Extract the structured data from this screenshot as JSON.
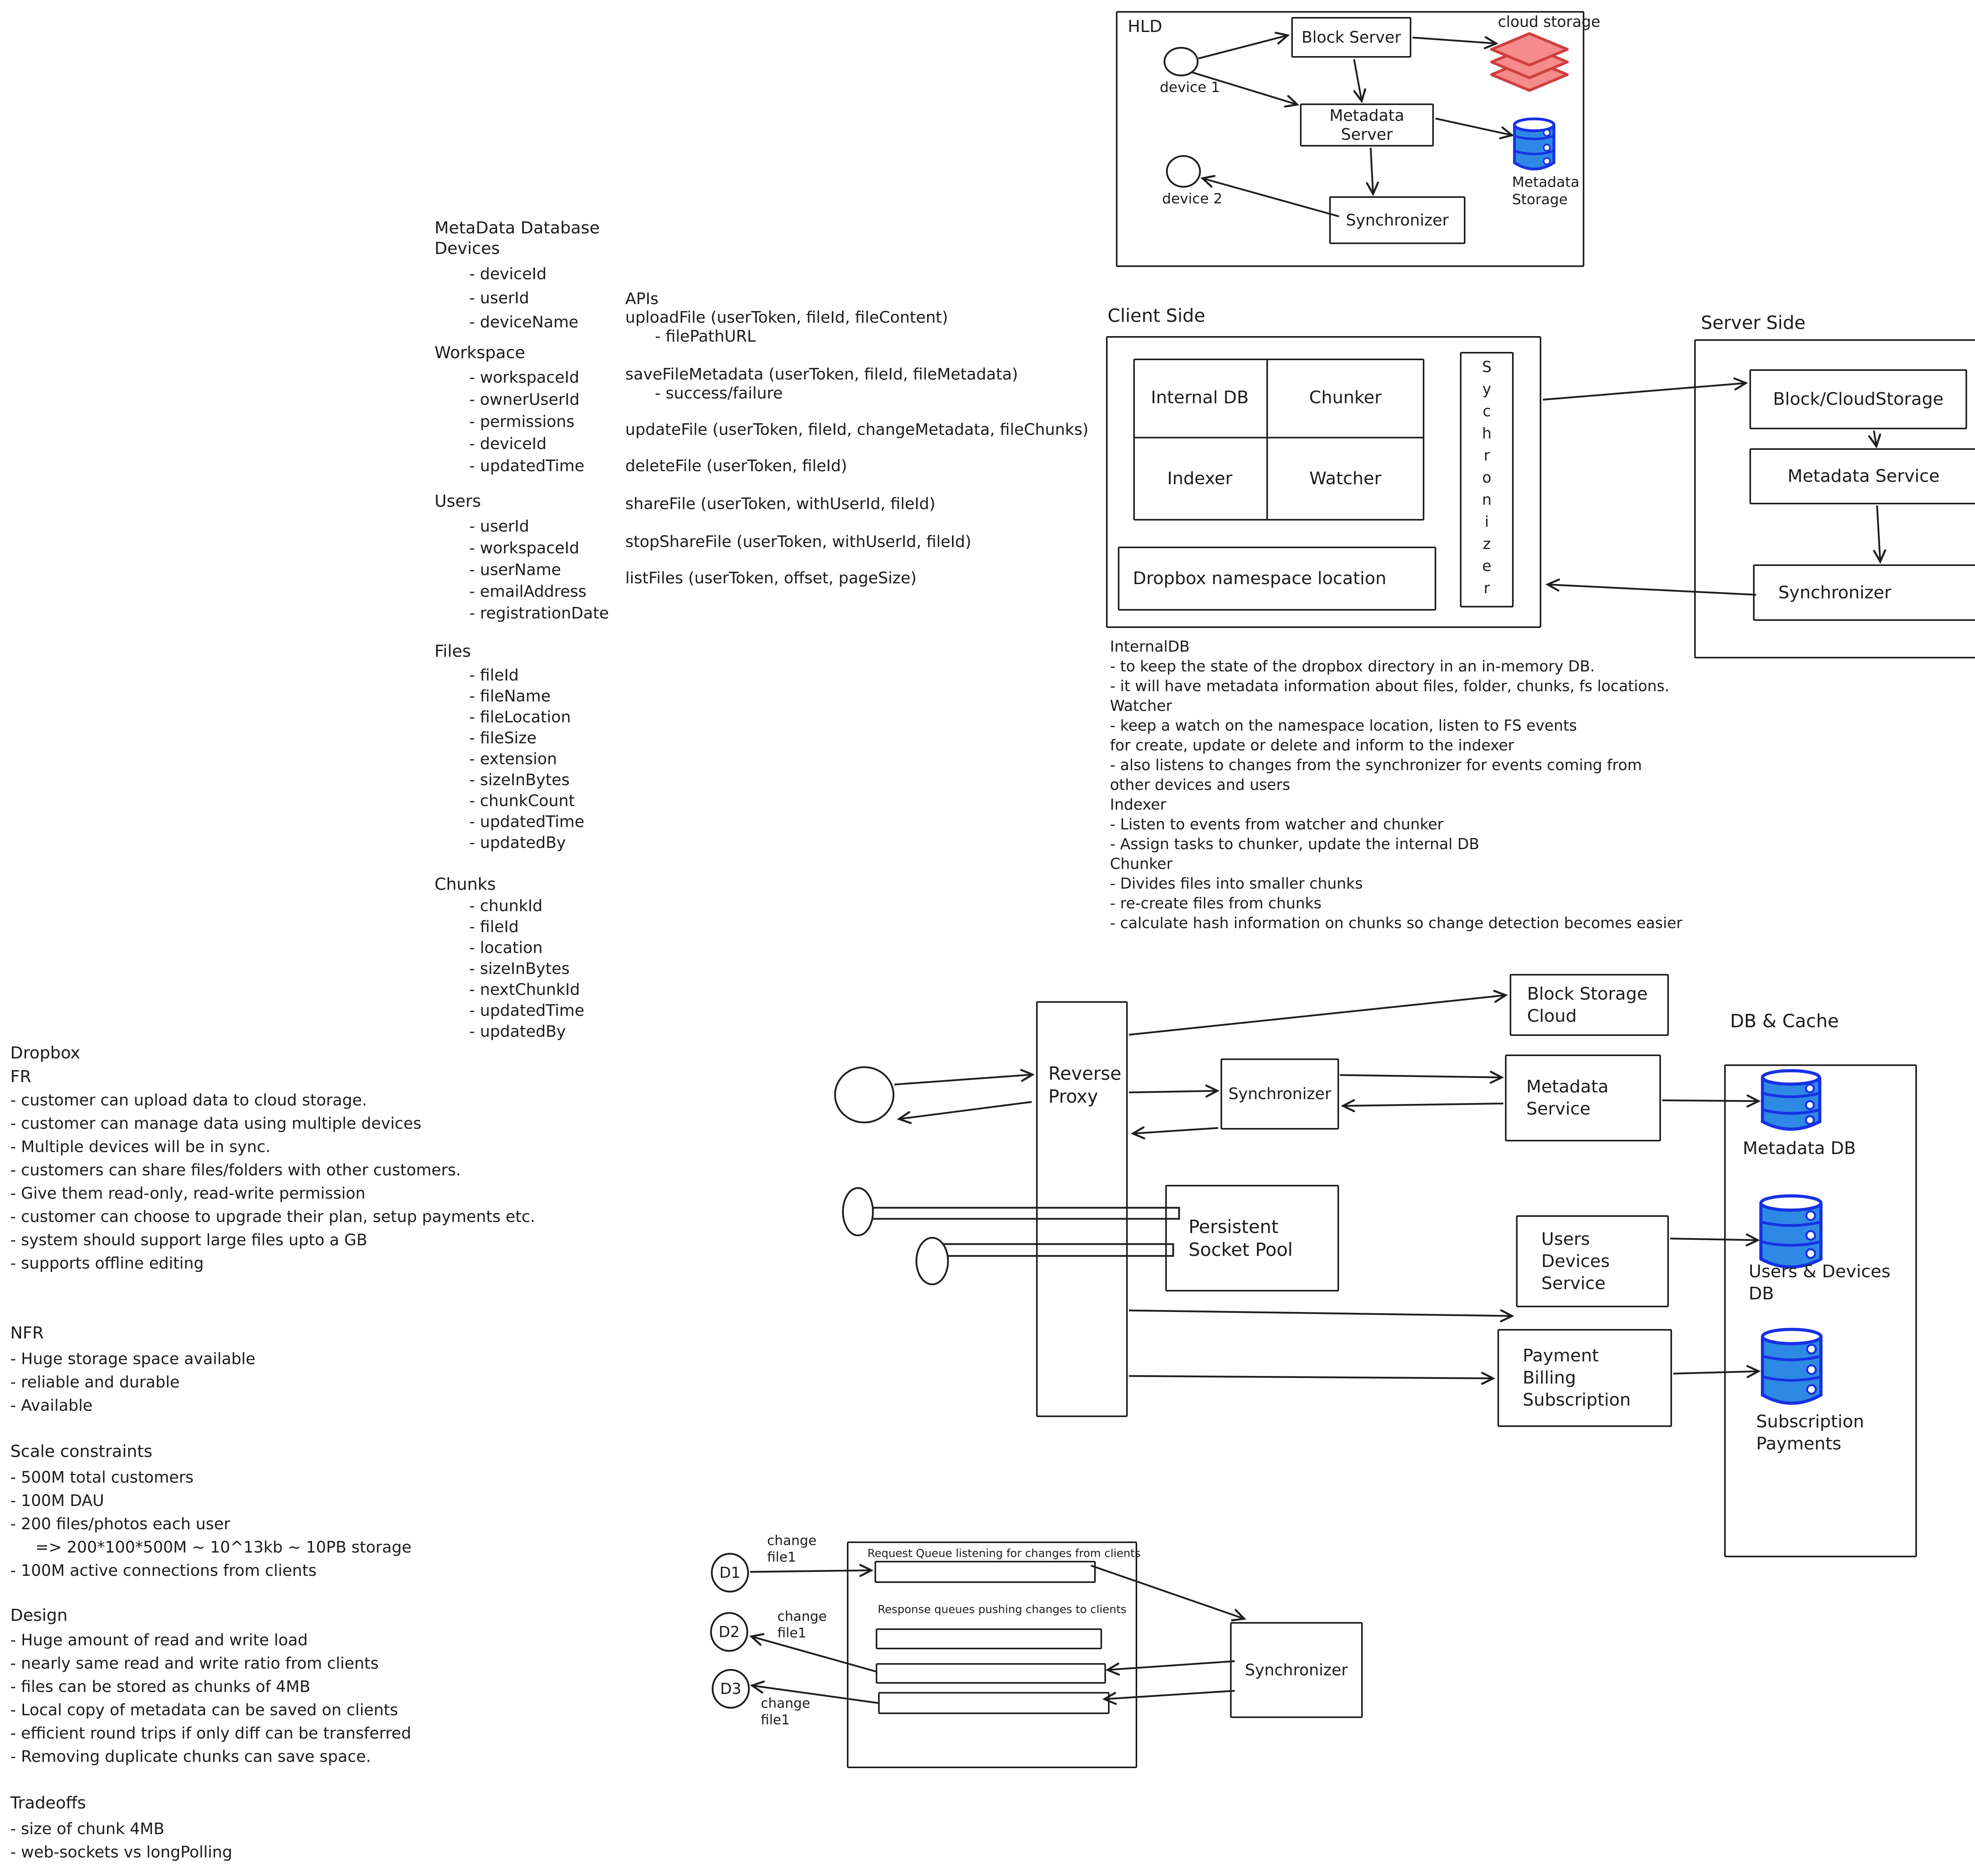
{
  "colors": {
    "ink": "#1e1e1e",
    "db_fill": "#2e89e5",
    "db_stroke": "#1731e3",
    "cloud_fill": "#f58b8b",
    "cloud_stroke": "#cf3f3f"
  },
  "schema": {
    "title": "MetaData Database",
    "devices_name": "Devices",
    "devices_fields": [
      "- deviceId",
      "- userId",
      "- deviceName"
    ],
    "workspace_name": "Workspace",
    "workspace_fields": [
      "- workspaceId",
      "- ownerUserId",
      "- permissions",
      "- deviceId",
      "- updatedTime"
    ],
    "users_name": "Users",
    "users_fields": [
      "- userId",
      "- workspaceId",
      "- userName",
      "- emailAddress",
      "- registrationDate"
    ],
    "files_name": "Files",
    "files_fields": [
      "- fileId",
      "- fileName",
      "- fileLocation",
      "- fileSize",
      "- extension",
      "- sizeInBytes",
      "- chunkCount",
      "- updatedTime",
      "- updatedBy"
    ],
    "chunks_name": "Chunks",
    "chunks_fields": [
      "- chunkId",
      "- fileId",
      "- location",
      "- sizeInBytes",
      "- nextChunkId",
      "- updatedTime",
      "- updatedBy"
    ]
  },
  "apis": {
    "title": "APIs",
    "upload": "uploadFile (userToken, fileId, fileContent)",
    "upload_sub": "- filePathURL",
    "save": "saveFileMetadata (userToken, fileId, fileMetadata)",
    "save_sub": "- success/failure",
    "update": "updateFile (userToken, fileId, changeMetadata, fileChunks)",
    "delete": "deleteFile (userToken, fileId)",
    "share": "shareFile (userToken, withUserId, fileId)",
    "stopshare": "stopShareFile (userToken, withUserId, fileId)",
    "list": "listFiles (userToken, offset, pageSize)"
  },
  "fr": {
    "title": "Dropbox",
    "subtitle": "FR",
    "items": [
      "- customer can upload data to cloud storage.",
      "- customer can manage data using multiple devices",
      "- Multiple devices will be in sync.",
      "- customers can share files/folders with other customers.",
      "- Give them read-only, read-write permission",
      "- customer can choose to upgrade their plan, setup payments etc.",
      "- system should support large files upto a GB",
      "- supports offline editing"
    ]
  },
  "nfr": {
    "title": "NFR",
    "items": [
      "- Huge storage space available",
      "- reliable and durable",
      "- Available"
    ]
  },
  "scale": {
    "title": "Scale constraints",
    "items": [
      "- 500M total customers",
      "- 100M DAU",
      "- 200 files/photos each user",
      "     => 200*100*500M ~ 10^13kb ~ 10PB storage",
      "- 100M active connections from clients"
    ]
  },
  "design": {
    "title": "Design",
    "items": [
      "- Huge amount of read and write load",
      "- nearly same read and write ratio from clients",
      "- files can be stored as chunks of 4MB",
      "- Local copy of metadata can be saved on clients",
      "- efficient round trips if only diff can be transferred",
      "- Removing duplicate chunks can save space."
    ]
  },
  "tradeoffs": {
    "title": "Tradeoffs",
    "items": [
      "- size of chunk 4MB",
      "- web-sockets vs longPolling"
    ]
  },
  "hld": {
    "title": "HLD",
    "block_server": "Block Server",
    "metadata_server": "Metadata Server",
    "synchronizer": "Synchronizer",
    "device1": "device 1",
    "device2": "device 2",
    "cloud_storage": "cloud storage",
    "metadata_storage": "Metadata Storage"
  },
  "client": {
    "title": "Client Side",
    "internal_db": "Internal DB",
    "chunker": "Chunker",
    "indexer": "Indexer",
    "watcher": "Watcher",
    "namespace": "Dropbox namespace location",
    "sync_vertical": "Sychronizer"
  },
  "server": {
    "title": "Server Side",
    "block": "Block/CloudStorage",
    "metadata": "Metadata Service",
    "synchronizer": "Synchronizer"
  },
  "notes": {
    "lines": [
      "InternalDB",
      "- to keep the state of the dropbox directory in an in-memory DB.",
      "- it will have metadata information about files, folder, chunks, fs locations.",
      "Watcher",
      "- keep a watch on the namespace location, listen to FS events",
      "for create, update or delete and inform to the indexer",
      "- also listens to changes from the synchronizer for events coming from",
      "other devices and users",
      "Indexer",
      "- Listen to events from watcher and chunker",
      "- Assign tasks to chunker, update the internal DB",
      "Chunker",
      "- Divides files into smaller chunks",
      "- re-create files from chunks",
      "- calculate hash information on chunks so change detection becomes easier"
    ]
  },
  "arch": {
    "reverse_proxy": "Reverse Proxy",
    "synchronizer": "Synchronizer",
    "socket_pool": "Persistent Socket Pool",
    "block_storage": "Block Storage Cloud",
    "metadata_service": "Metadata Service",
    "users_devices": "Users Devices Service",
    "payment": "Payment Billing Subscription",
    "db_cache": "DB & Cache",
    "metadata_db": "Metadata DB",
    "users_db": "Users & Devices DB",
    "subs_db": "Subscription Payments"
  },
  "queue": {
    "request_title": "Request Queue listening for changes from clients",
    "response_title": "Response queues pushing changes to clients",
    "synchronizer": "Synchronizer",
    "d1": "D1",
    "d2": "D2",
    "d3": "D3",
    "change1": "change file1",
    "change2": "change file1",
    "change3": "change file1"
  }
}
